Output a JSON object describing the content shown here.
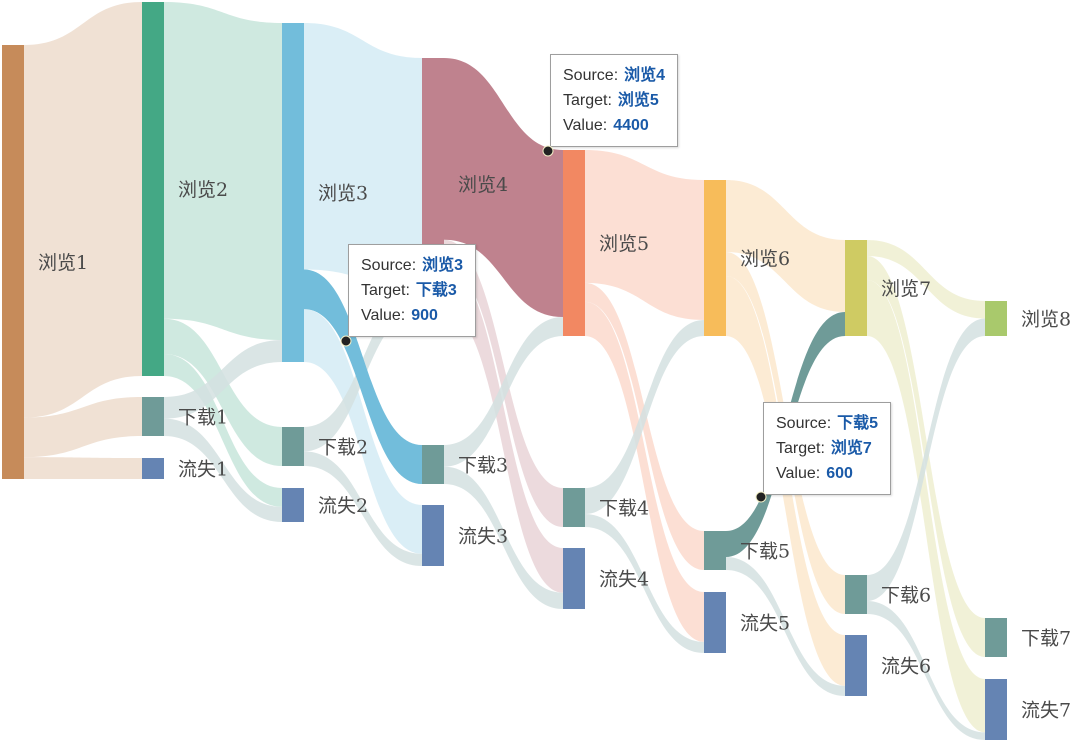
{
  "chart_data": {
    "type": "sankey",
    "title": "",
    "nodes": [
      {
        "name": "浏览1",
        "color": "#c68b5a"
      },
      {
        "name": "浏览2",
        "color": "#44a885"
      },
      {
        "name": "下载1",
        "color": "#6f9b98"
      },
      {
        "name": "流失1",
        "color": "#6584b3"
      },
      {
        "name": "浏览3",
        "color": "#72bddb"
      },
      {
        "name": "下载2",
        "color": "#6f9b98"
      },
      {
        "name": "流失2",
        "color": "#6584b3"
      },
      {
        "name": "浏览4",
        "color": "#bf828e"
      },
      {
        "name": "下载3",
        "color": "#6f9b98"
      },
      {
        "name": "流失3",
        "color": "#6584b3"
      },
      {
        "name": "浏览5",
        "color": "#f28862"
      },
      {
        "name": "下载4",
        "color": "#6f9b98"
      },
      {
        "name": "流失4",
        "color": "#6584b3"
      },
      {
        "name": "浏览6",
        "color": "#f7bc5a"
      },
      {
        "name": "下载5",
        "color": "#6f9b98"
      },
      {
        "name": "流失5",
        "color": "#6584b3"
      },
      {
        "name": "浏览7",
        "color": "#cfcb63"
      },
      {
        "name": "下载6",
        "color": "#6f9b98"
      },
      {
        "name": "流失6",
        "color": "#6584b3"
      },
      {
        "name": "浏览8",
        "color": "#a9c96c"
      },
      {
        "name": "下载7",
        "color": "#6f9b98"
      },
      {
        "name": "流失7",
        "color": "#6584b3"
      }
    ],
    "links": [
      {
        "source": "浏览1",
        "target": "浏览2",
        "value": 8500
      },
      {
        "source": "浏览1",
        "target": "下载1",
        "value": 900
      },
      {
        "source": "浏览1",
        "target": "流失1",
        "value": 500
      },
      {
        "source": "浏览2",
        "target": "浏览3",
        "value": 7200
      },
      {
        "source": "浏览2",
        "target": "下载2",
        "value": 800
      },
      {
        "source": "浏览2",
        "target": "流失2",
        "value": 500
      },
      {
        "source": "下载1",
        "target": "浏览3",
        "value": 500
      },
      {
        "source": "下载1",
        "target": "流失2",
        "value": 400
      },
      {
        "source": "浏览3",
        "target": "浏览4",
        "value": 5600
      },
      {
        "source": "浏览3",
        "target": "下载3",
        "value": 900
      },
      {
        "source": "浏览3",
        "target": "流失3",
        "value": 1200
      },
      {
        "source": "下载2",
        "target": "浏览4",
        "value": 500
      },
      {
        "source": "下载2",
        "target": "流失3",
        "value": 300
      },
      {
        "source": "浏览4",
        "target": "浏览5",
        "value": 4400
      },
      {
        "source": "浏览4",
        "target": "下载4",
        "value": 600
      },
      {
        "source": "浏览4",
        "target": "流失4",
        "value": 1100
      },
      {
        "source": "下载3",
        "target": "浏览5",
        "value": 500
      },
      {
        "source": "下载3",
        "target": "流失4",
        "value": 400
      },
      {
        "source": "浏览5",
        "target": "浏览6",
        "value": 3500
      },
      {
        "source": "浏览5",
        "target": "下载5",
        "value": 500
      },
      {
        "source": "浏览5",
        "target": "流失5",
        "value": 900
      },
      {
        "source": "下载4",
        "target": "浏览6",
        "value": 400
      },
      {
        "source": "下载4",
        "target": "流失5",
        "value": 200
      },
      {
        "source": "浏览6",
        "target": "浏览7",
        "value": 1800
      },
      {
        "source": "浏览6",
        "target": "下载6",
        "value": 600
      },
      {
        "source": "浏览6",
        "target": "流失6",
        "value": 1500
      },
      {
        "source": "下载5",
        "target": "浏览7",
        "value": 600
      },
      {
        "source": "下载5",
        "target": "流失6",
        "value": 300
      },
      {
        "source": "浏览7",
        "target": "浏览8",
        "value": 400
      },
      {
        "source": "浏览7",
        "target": "下载7",
        "value": 600
      },
      {
        "source": "浏览7",
        "target": "流失7",
        "value": 1400
      },
      {
        "source": "下载6",
        "target": "浏览8",
        "value": 400
      },
      {
        "source": "下载6",
        "target": "流失7",
        "value": 200
      }
    ],
    "legend": null,
    "annotations": [
      "3 hover tooltips shown"
    ]
  },
  "tooltips": [
    {
      "source_label": "Source:",
      "source": "浏览4",
      "target_label": "Target:",
      "target": "浏览5",
      "value_label": "Value:",
      "value": "4400"
    },
    {
      "source_label": "Source:",
      "source": "浏览3",
      "target_label": "Target:",
      "target": "下载3",
      "value_label": "Value:",
      "value": "900"
    },
    {
      "source_label": "Source:",
      "source": "下载5",
      "target_label": "Target:",
      "target": "浏览7",
      "value_label": "Value:",
      "value": "600"
    }
  ]
}
